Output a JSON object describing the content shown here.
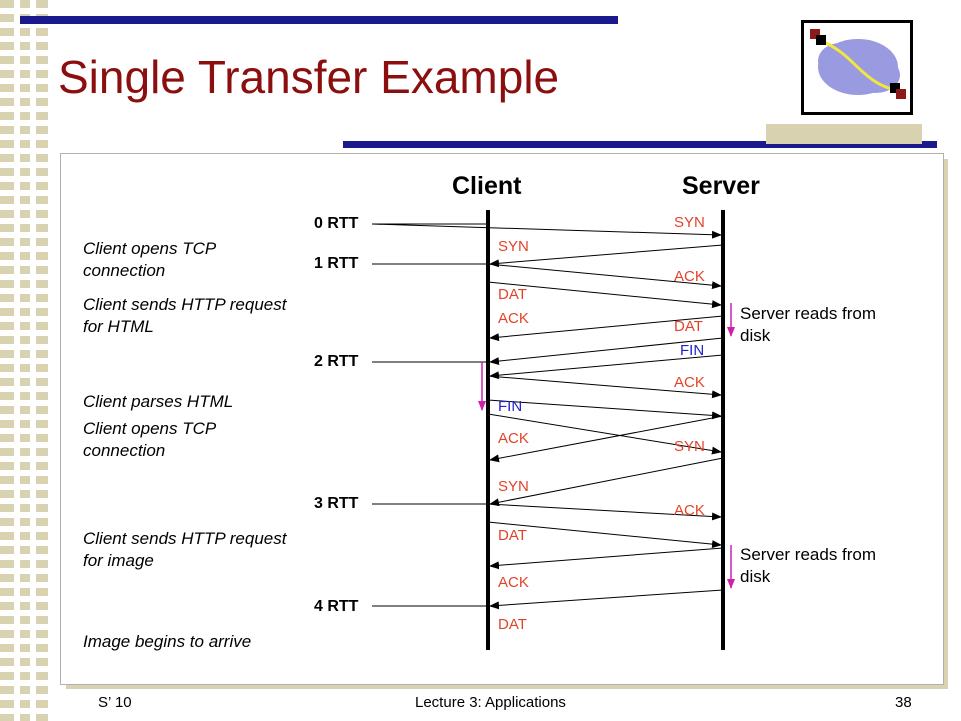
{
  "slide": {
    "title": "Single Transfer Example",
    "footer_left": "S’ 10",
    "footer_center": "Lecture 3: Applications",
    "footer_right": "38"
  },
  "diagram": {
    "client_label": "Client",
    "server_label": "Server",
    "rtt_labels": [
      "0 RTT",
      "1 RTT",
      "2 RTT",
      "3 RTT",
      "4 RTT"
    ],
    "client_notes": [
      "Client opens TCP\nconnection",
      "Client sends HTTP request\nfor HTML",
      "Client parses HTML",
      "Client opens TCP\nconnection",
      "Client sends HTTP request\nfor image",
      "Image begins to arrive"
    ],
    "server_notes": [
      "Server reads from\ndisk",
      "Server reads from\ndisk"
    ],
    "client_side_messages": [
      "SYN",
      "DAT",
      "ACK",
      "FIN",
      "ACK",
      "SYN",
      "DAT",
      "ACK",
      "DAT"
    ],
    "server_side_messages": [
      "SYN",
      "ACK",
      "DAT",
      "FIN",
      "ACK",
      "SYN",
      "ACK"
    ]
  },
  "colors": {
    "title": "#8b0f0f",
    "message_red": "#e0442a",
    "message_blue": "#2222cc",
    "delay_arrow": "#cc22aa",
    "accent_bar": "#1a1a8c",
    "stripe": "#d8d2b0"
  },
  "icons": {
    "logo": "network-cloud-icon"
  }
}
